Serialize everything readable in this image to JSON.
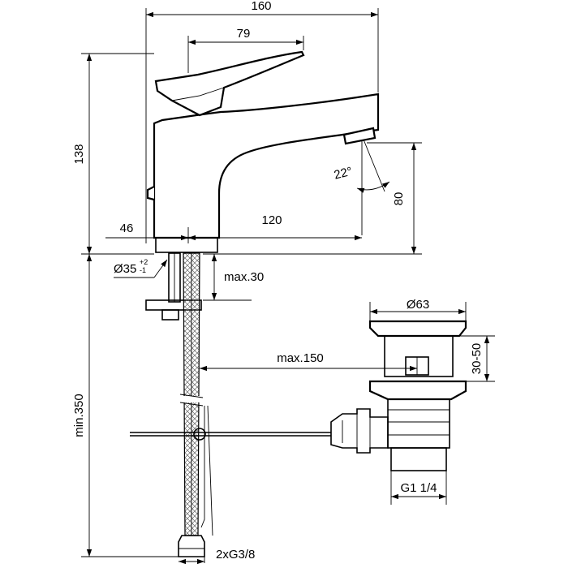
{
  "dimensions": {
    "overall_width": "160",
    "lever_length": "79",
    "height": "138",
    "spout_clearance": "80",
    "spout_angle": "22°",
    "tap_offset": "46",
    "spout_reach": "120",
    "mount_hole": "Ø35",
    "mount_hole_tol_upper": "+2",
    "mount_hole_tol_lower": "-1",
    "max_deck_thickness": "max.30",
    "hose_length": "min.350",
    "waste_distance": "max.150",
    "waste_head_diameter": "Ø63",
    "waste_thickness": "30-50",
    "waste_thread": "G1 1/4",
    "hose_thread": "2xG3/8"
  }
}
